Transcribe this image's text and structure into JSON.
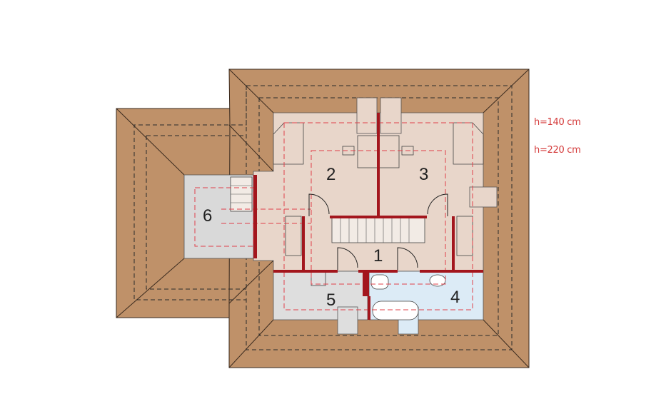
{
  "plan": {
    "rooms": [
      {
        "number": "1"
      },
      {
        "number": "2"
      },
      {
        "number": "3"
      },
      {
        "number": "4"
      },
      {
        "number": "5"
      },
      {
        "number": "6"
      }
    ]
  },
  "legend": {
    "h140": "h=140 cm",
    "h220": "h=220 cm"
  },
  "colors": {
    "roof": "#bf9169",
    "floor": "#e8d6ca",
    "utility": "#d9d9d9",
    "bathroom": "#dcebf6",
    "wall": "#a3161d",
    "height_line": "#e0404a"
  }
}
